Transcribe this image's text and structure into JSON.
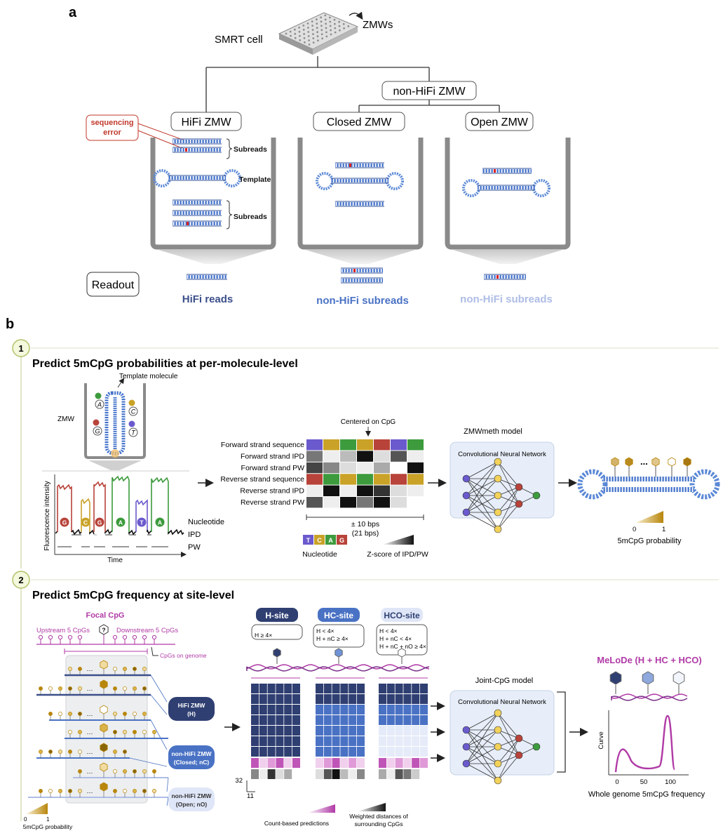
{
  "panel_a": {
    "letter": "a",
    "smrt_cell": "SMRT cell",
    "zmws": "ZMWs",
    "non_hifi_zmw": "non-HiFi ZMW",
    "hifi_zmw": "HiFi ZMW",
    "closed_zmw": "Closed ZMW",
    "open_zmw": "Open ZMW",
    "sequencing_error": "sequencing\nerror",
    "subreads": "Subreads",
    "template": "Template",
    "readout": "Readout",
    "hifi_reads": "HiFi reads",
    "non_hifi_subreads": "non-HiFi subreads",
    "colors": {
      "hifi": "#3b4f8a",
      "closed": "#4a72c4",
      "open": "#aebde6",
      "error": "#c0392b"
    }
  },
  "panel_b": {
    "letter": "b",
    "step1": {
      "number": "1",
      "title": "Predict 5mCpG probabilities at per-molecule-level",
      "template_molecule": "Template molecule",
      "zmw": "ZMW",
      "bases_in_well": [
        "A",
        "C",
        "G",
        "T"
      ],
      "fluorescence_intensity": "Fluorescence intensity",
      "time": "Time",
      "nucleotide_row": [
        "G",
        "C",
        "G",
        "A",
        "T",
        "A"
      ],
      "nucleotide": "Nucleotide",
      "ipd": "IPD",
      "pw": "PW",
      "centered_on_cpg": "Centered on CpG",
      "feature_rows": [
        "Forward strand sequence",
        "Forward strand IPD",
        "Forward strand PW",
        "Reverse strand sequence",
        "Reverse strand IPD",
        "Reverse strand PW"
      ],
      "window": "± 10 bps",
      "window_sub": "(21 bps)",
      "legend_bases": [
        "T",
        "C",
        "A",
        "G"
      ],
      "legend_nucleotide": "Nucleotide",
      "legend_zscore": "Z-score of IPD/PW",
      "model_name": "ZMWmeth model",
      "cnn": "Convolutional Neural Network",
      "ellipsis": "...",
      "prob_min": "0",
      "prob_max": "1",
      "prob_label": "5mCpG probability"
    },
    "step2": {
      "number": "2",
      "title": "Predict 5mCpG frequency at site-level",
      "focal_cpg": "Focal CpG",
      "upstream": "Upstream 5 CpGs",
      "downstream": "Downstream 5 CpGs",
      "question": "?",
      "cpgs_on_genome": "CpGs on genome",
      "hifi_zmw": "HiFi ZMW",
      "hifi_zmw_sub": "(H)",
      "closed_zmw": "non-HiFi ZMW",
      "closed_zmw_sub": "(Closed; nC)",
      "open_zmw": "non-HiFi ZMW",
      "open_zmw_sub": "(Open; nO)",
      "prob_min": "0",
      "prob_max": "1",
      "prob_label": "5mCpG probability",
      "sites": [
        {
          "name": "H-site",
          "rules": [
            "H ≥ 4×"
          ]
        },
        {
          "name": "HC-site",
          "rules": [
            "H  < 4×",
            "H + nC ≥ 4×"
          ]
        },
        {
          "name": "HCO-site",
          "rules": [
            "H < 4×",
            "H + nC < 4×",
            "H + nC + nO ≥ 4×"
          ]
        }
      ],
      "dim_rows": "32",
      "dim_cols": "11",
      "count_based": "Count-based predictions",
      "weighted_distances": "Weighted distances of\nsurrounding CpGs",
      "joint_model": "Joint-CpG model",
      "cnn": "Convolutional Neural Network",
      "melode": "MeLoDe (H + HC + HCO)",
      "curve_label": "Curve",
      "x_ticks": [
        "0",
        "50",
        "100"
      ],
      "whole_genome": "Whole genome 5mCpG frequency"
    }
  }
}
